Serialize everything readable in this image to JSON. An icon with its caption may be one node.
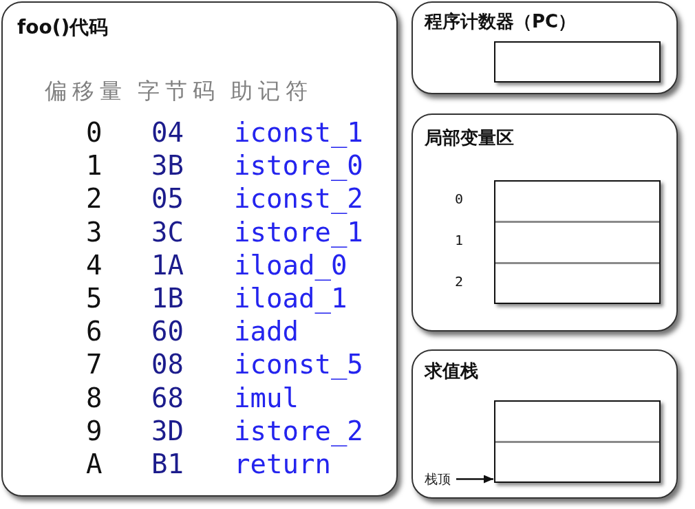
{
  "diagram": {
    "nodes": [
      {
        "text": [
          "foo()代码"
        ]
      },
      {
        "text": [
          "程序计数器（PC）"
        ]
      },
      {
        "text": [],
        "shape": "box",
        "in": 1
      },
      {
        "text": [
          "局部变量区"
        ]
      },
      {
        "text": [],
        "shape": "box",
        "in": 3
      },
      {
        "text": [
          "求值栈"
        ]
      },
      {
        "text": [],
        "shape": "box",
        "in": 5
      },
      {
        "text": [
          "栈顶"
        ],
        "in": 5
      }
    ],
    "edges": [
      {
        "from": 7,
        "to": 6,
        "arrow": "to"
      }
    ],
    "labels": [
      "偏移量",
      "字节码",
      "助记符",
      "0",
      "04",
      "iconst_1",
      "1",
      "3B",
      "istore_0",
      "2",
      "05",
      "iconst_2",
      "3",
      "3C",
      "istore_1",
      "4",
      "1A",
      "iload_0",
      "5",
      "1B",
      "iload_1",
      "6",
      "60",
      "iadd",
      "7",
      "08",
      "iconst_5",
      "8",
      "68",
      "imul",
      "9",
      "3D",
      "istore_2",
      "A",
      "B1",
      "return",
      "0",
      "1",
      "2"
    ]
  }
}
